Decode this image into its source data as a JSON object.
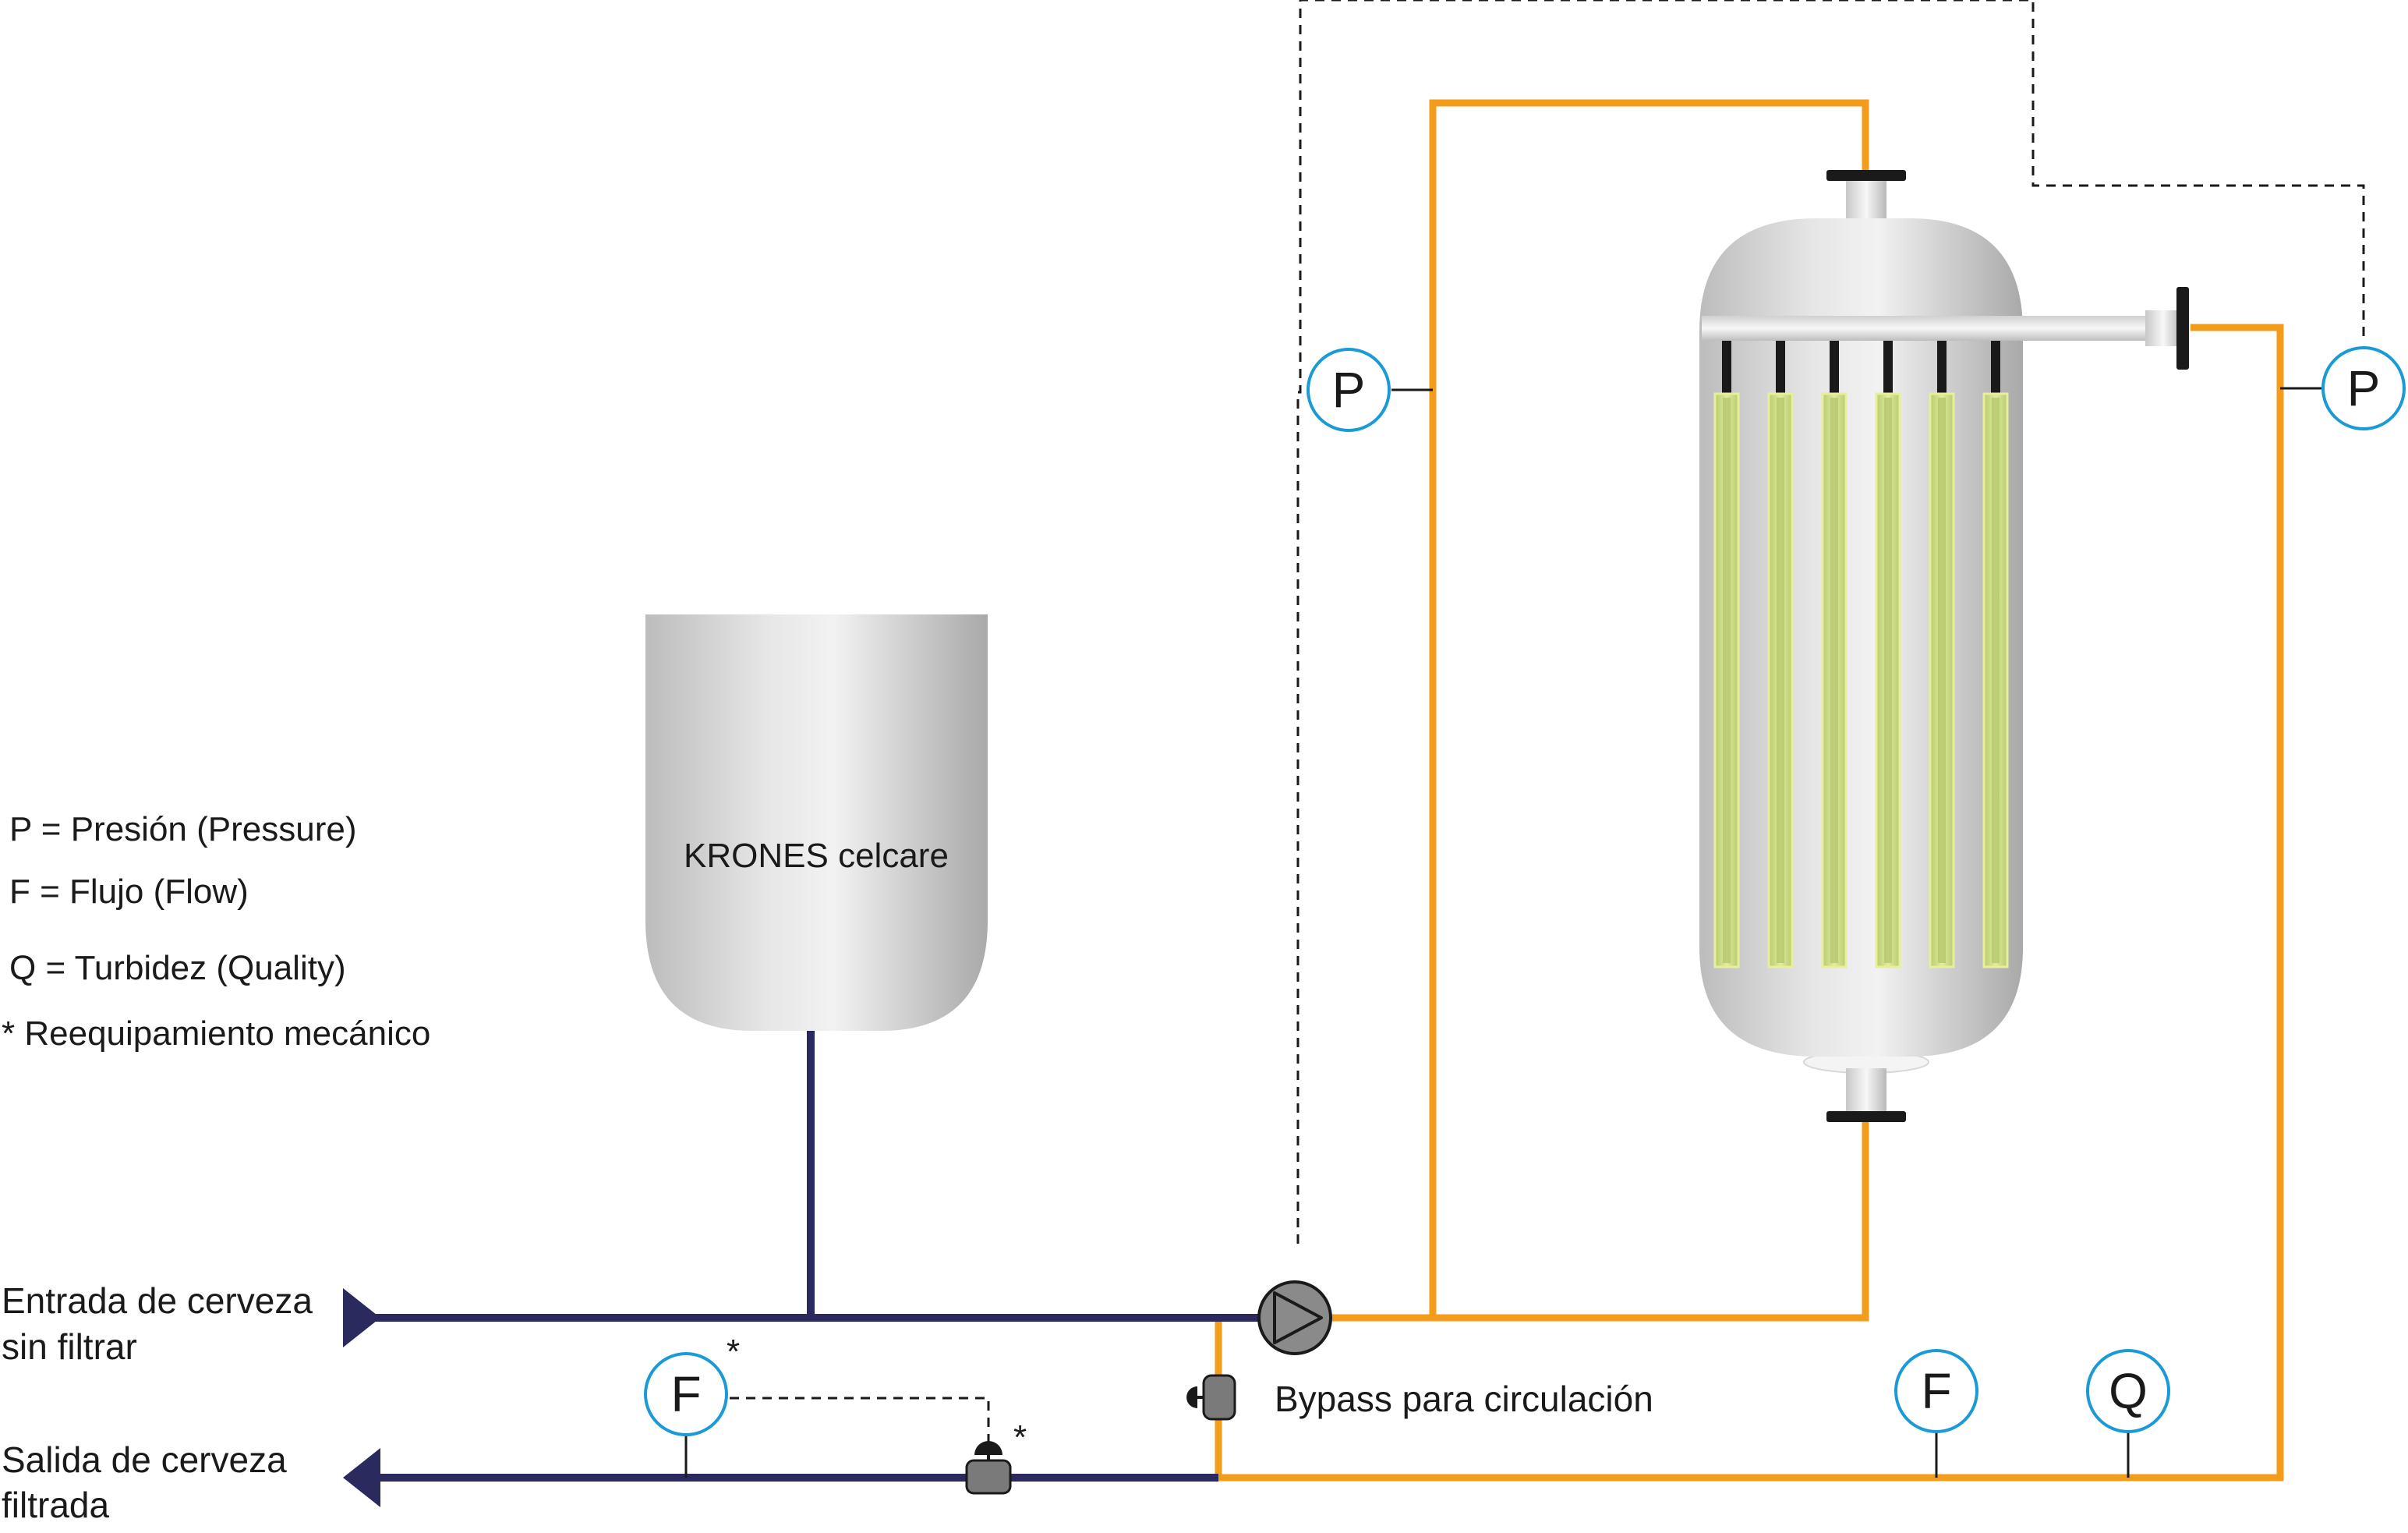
{
  "tank_label": "KRONES celcare",
  "legend": {
    "pressure": "P = Presión (Pressure)",
    "flow": "F = Flujo (Flow)",
    "quality": "Q = Turbidez (Quality)",
    "retrofit": "* Reequipamiento mecánico"
  },
  "inlet": {
    "line1": "Entrada de cerveza",
    "line2": "sin filtrar"
  },
  "outlet": {
    "line1": "Salida de cerveza",
    "line2": "filtrada"
  },
  "bypass_label": "Bypass para circulación",
  "gauges": {
    "pressure_left": "P",
    "pressure_right": "P",
    "flow_outlet": "F",
    "flow_return": "F",
    "quality_return": "Q"
  },
  "asterisk": "*",
  "colors": {
    "product_line": "#2a2a5e",
    "circulation_line": "#f39c1b",
    "gauge_ring": "#1a9ad6",
    "valve_body": "#7a7a7a",
    "candle_fill": "#c9d98a"
  }
}
